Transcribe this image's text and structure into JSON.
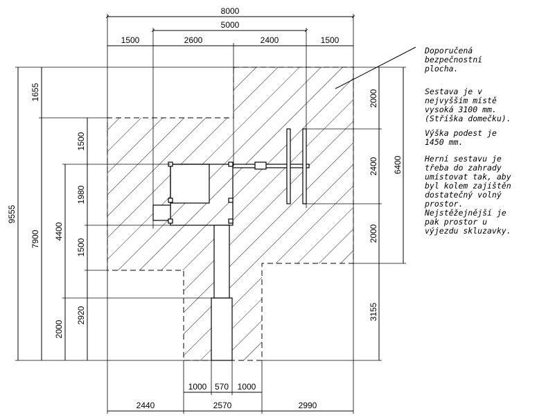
{
  "dimensions": {
    "top_total": "8000",
    "top_middle": "5000",
    "top_segments": [
      "1500",
      "2600",
      "2400",
      "1500"
    ],
    "left_outer": "9555",
    "left_second": "7900",
    "left_third": "4400",
    "left_segments": [
      "1655",
      "1500",
      "1980",
      "1500",
      "2920",
      "2000"
    ],
    "right_segments": [
      "2000",
      "2400",
      "2000",
      "3155"
    ],
    "right_outer": "6400",
    "bottom_inner": [
      "1000",
      "570",
      "1000"
    ],
    "bottom_outer": [
      "2440",
      "2570",
      "2990"
    ]
  },
  "notes": {
    "safety_area": [
      "Doporučená",
      "bezpečnostní",
      "plocha."
    ],
    "height_info": [
      "Sestava je v",
      "nejvyšším místě",
      "vysoká 3100 mm.",
      "(Stříška domečku)."
    ],
    "platform_info": [
      "Výška podest je",
      "1450 mm."
    ],
    "placement_info": [
      "Herní sestavu je",
      "třeba do zahrady",
      "umístovat tak, aby",
      "byl kolem zajištěn",
      "dostatečný volný",
      "prostor.",
      "Nejstěžejnější je",
      "pak prostor u",
      "výjezdu skluzavky."
    ]
  }
}
